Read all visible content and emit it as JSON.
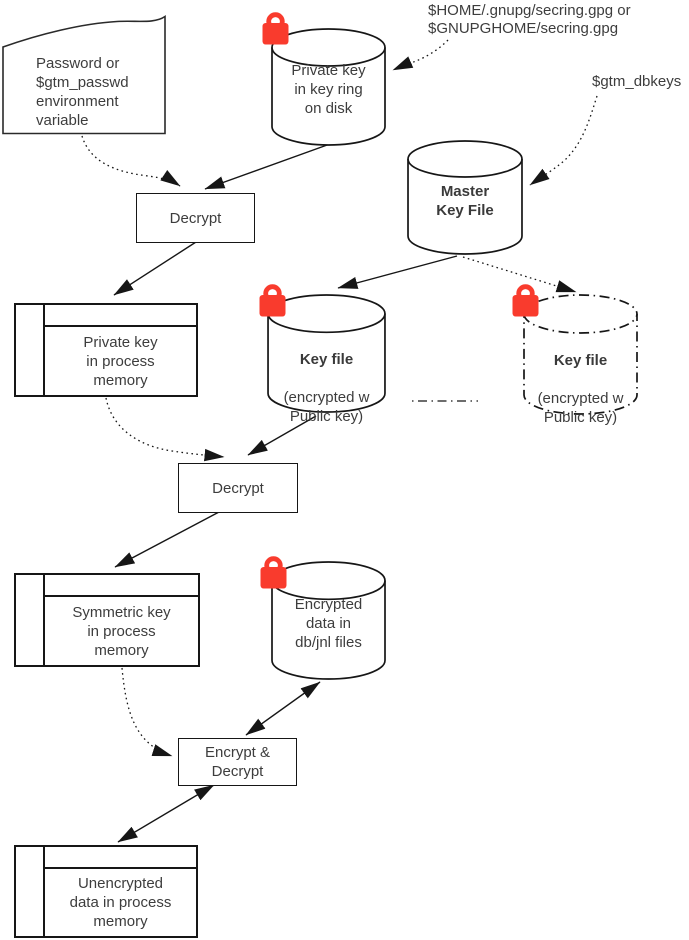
{
  "labels": {
    "secring": "$HOME/.gnupg/secring.gpg or\n$GNUPGHOME/secring.gpg",
    "dbkeys": "$gtm_dbkeys"
  },
  "nodes": {
    "password": {
      "text": "Password or\n$gtm_passwd\nenvironment\nvariable"
    },
    "private_key_ring": {
      "text": "Private key\nin key ring\non disk"
    },
    "master_key_file": {
      "text": "Master\nKey File"
    },
    "decrypt1": {
      "text": "Decrypt"
    },
    "private_key_memory": {
      "text": "Private key\nin process\nmemory"
    },
    "key_file_solid": {
      "title": "Key file",
      "subtitle": "(encrypted w\nPublic key)"
    },
    "key_file_dashed": {
      "title": "Key file",
      "subtitle": "(encrypted w\nPublic key)"
    },
    "decrypt2": {
      "text": "Decrypt"
    },
    "symmetric_key_memory": {
      "text": "Symmetric key\nin process\nmemory"
    },
    "encrypted_data": {
      "text": "Encrypted\ndata in\ndb/jnl files"
    },
    "encrypt_decrypt": {
      "text": "Encrypt &\nDecrypt"
    },
    "unencrypted_memory": {
      "text": "Unencrypted\ndata in process\nmemory"
    }
  },
  "colors": {
    "lock": "#f93b2d",
    "line": "#161616",
    "text": "#3d3d3d"
  }
}
